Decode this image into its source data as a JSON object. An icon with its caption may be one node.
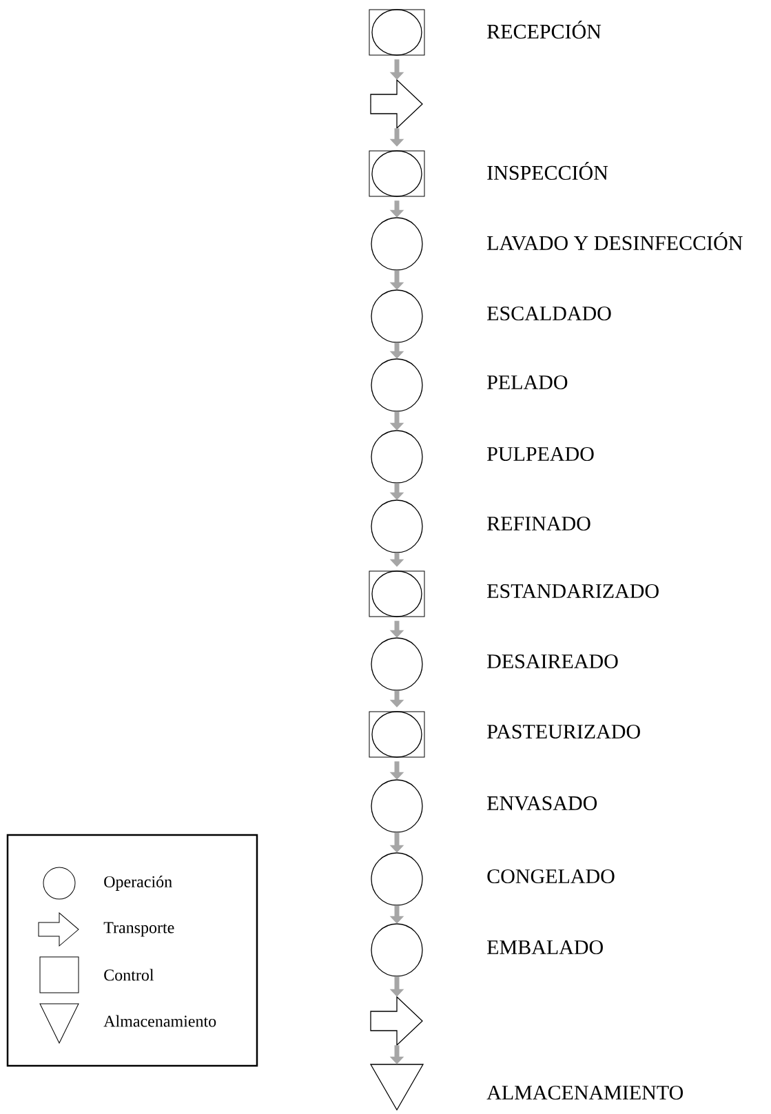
{
  "diagram": {
    "nodes": [
      {
        "text": [],
        "shape": "circle-in-square",
        "beside": [
          "RECEPCIÓN"
        ]
      },
      {
        "text": [],
        "shape": "arrow"
      },
      {
        "text": [],
        "shape": "circle-in-square",
        "beside": [
          "INSPECCIÓN"
        ]
      },
      {
        "text": [],
        "shape": "circle",
        "beside": [
          "LAVADO Y DESINFECCIÓN"
        ]
      },
      {
        "text": [],
        "shape": "circle",
        "beside": [
          "ESCALDADO"
        ]
      },
      {
        "text": [],
        "shape": "circle",
        "beside": [
          "PELADO"
        ]
      },
      {
        "text": [],
        "shape": "circle",
        "beside": [
          "PULPEADO"
        ]
      },
      {
        "text": [],
        "shape": "circle",
        "beside": [
          "REFINADO"
        ]
      },
      {
        "text": [],
        "shape": "circle-in-square",
        "beside": [
          "ESTANDARIZADO"
        ]
      },
      {
        "text": [],
        "shape": "circle",
        "beside": [
          "DESAIREADO"
        ]
      },
      {
        "text": [],
        "shape": "circle-in-square",
        "beside": [
          "PASTEURIZADO"
        ]
      },
      {
        "text": [],
        "shape": "circle",
        "beside": [
          "ENVASADO"
        ]
      },
      {
        "text": [],
        "shape": "circle",
        "beside": [
          "CONGELADO"
        ]
      },
      {
        "text": [],
        "shape": "circle",
        "beside": [
          "EMBALADO"
        ]
      },
      {
        "text": [],
        "shape": "arrow"
      },
      {
        "text": [],
        "shape": "triangle",
        "beside": [
          "ALMACENAMIENTO"
        ]
      }
    ],
    "edges": [
      {
        "from": 0,
        "to": 1,
        "arrow": "to"
      },
      {
        "from": 1,
        "to": 2,
        "arrow": "to"
      },
      {
        "from": 2,
        "to": 3,
        "arrow": "to"
      },
      {
        "from": 3,
        "to": 4,
        "arrow": "to"
      },
      {
        "from": 4,
        "to": 5,
        "arrow": "to"
      },
      {
        "from": 5,
        "to": 6,
        "arrow": "to"
      },
      {
        "from": 6,
        "to": 7,
        "arrow": "to"
      },
      {
        "from": 7,
        "to": 8,
        "arrow": "to"
      },
      {
        "from": 8,
        "to": 9,
        "arrow": "to"
      },
      {
        "from": 9,
        "to": 10,
        "arrow": "to"
      },
      {
        "from": 10,
        "to": 11,
        "arrow": "to"
      },
      {
        "from": 11,
        "to": 12,
        "arrow": "to"
      },
      {
        "from": 12,
        "to": 13,
        "arrow": "to"
      },
      {
        "from": 13,
        "to": 14,
        "arrow": "to"
      },
      {
        "from": 14,
        "to": 15,
        "arrow": "to"
      }
    ],
    "legend": [
      {
        "text": "Operación"
      },
      {
        "text": "Transporte"
      },
      {
        "text": "Control"
      },
      {
        "text": "Almacenamiento"
      }
    ]
  }
}
